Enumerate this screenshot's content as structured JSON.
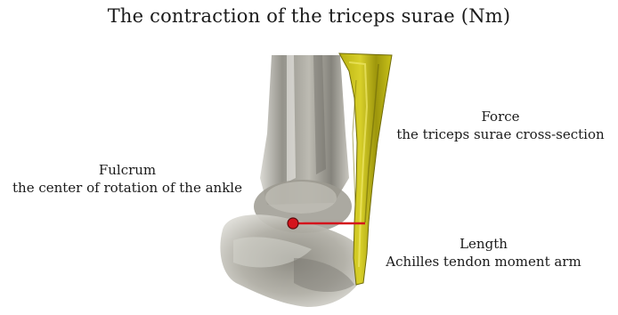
{
  "title": "The contraction of the triceps surae (Nm)",
  "labels": {
    "fulcrum": {
      "heading": "Fulcrum",
      "detail": "the center of rotation of the ankle"
    },
    "force": {
      "heading": "Force",
      "detail": "the triceps surae cross-section"
    },
    "length": {
      "heading": "Length",
      "detail": "Achilles tendon moment arm"
    }
  },
  "colors": {
    "muscle": "#c9c21a",
    "muscle_dark": "#6f6a08",
    "bone": "#a8a69c",
    "marker": "#d4141c",
    "text": "#1a1a1a"
  }
}
